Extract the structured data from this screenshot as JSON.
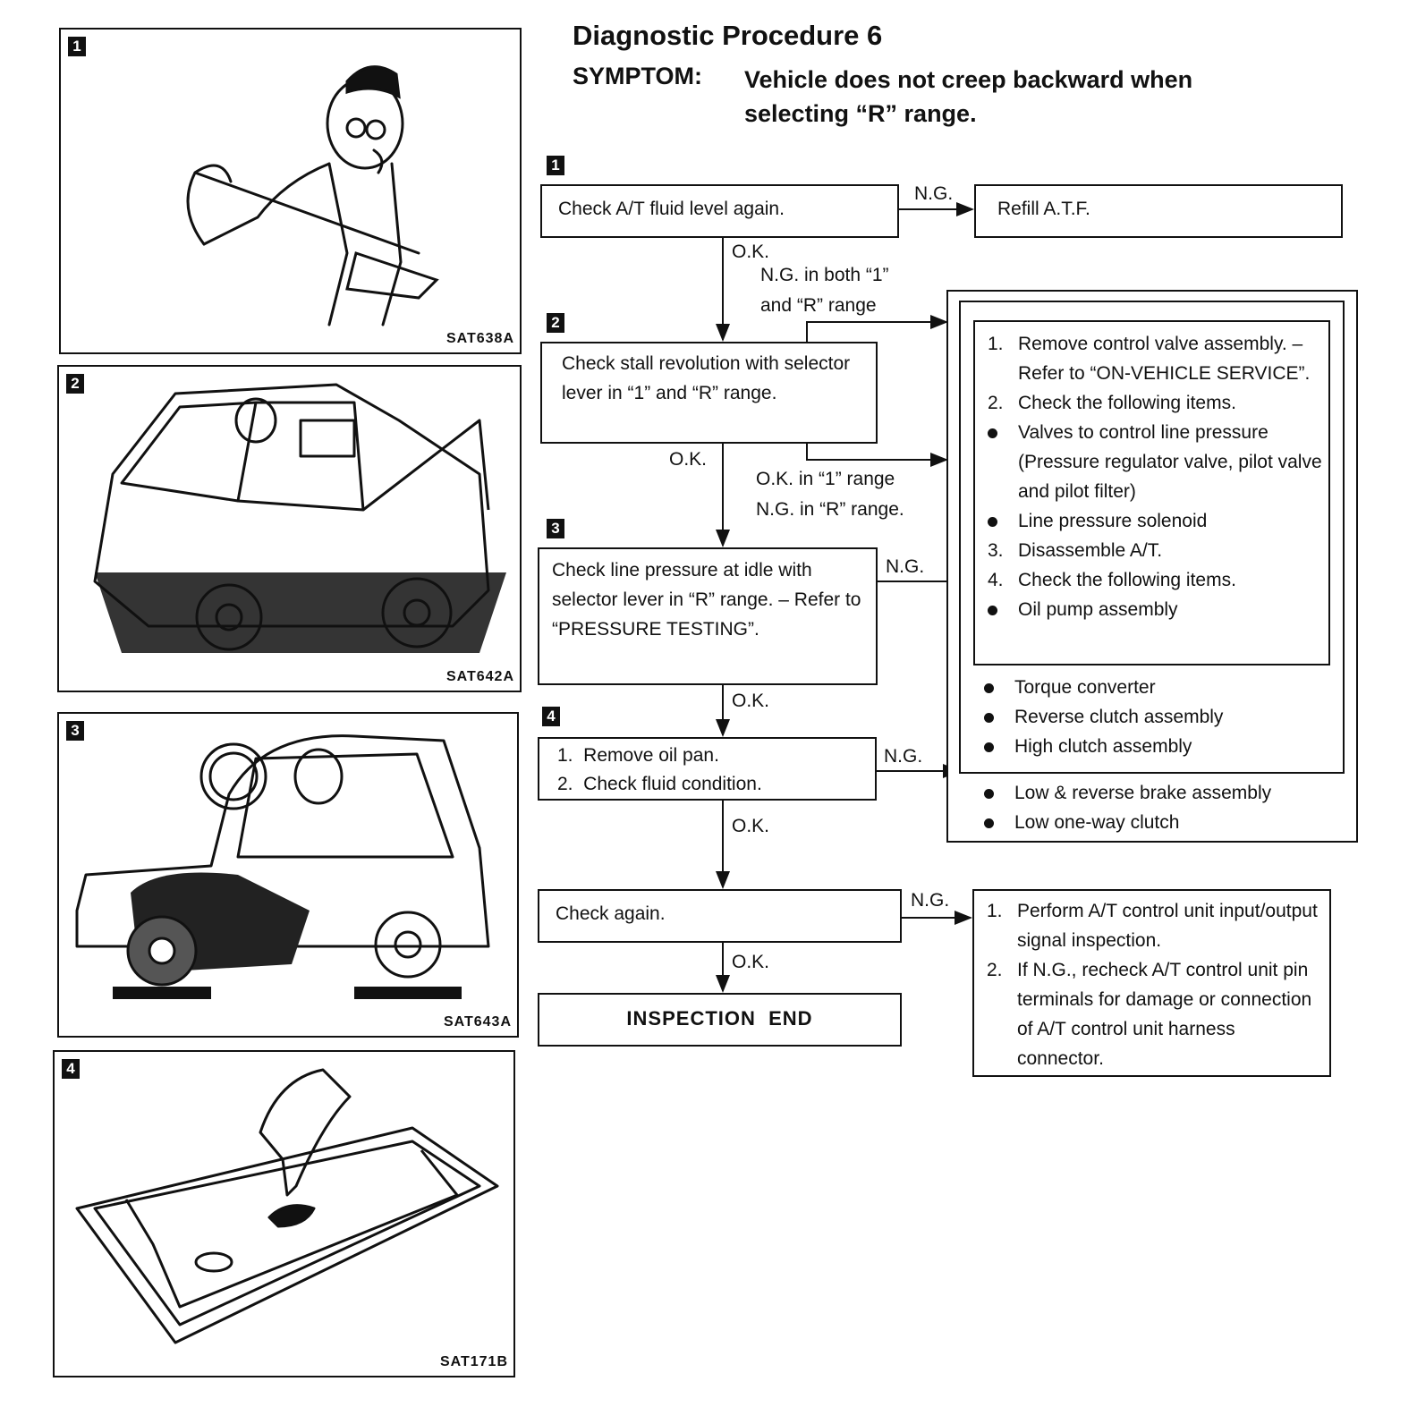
{
  "title": "Diagnostic Procedure 6",
  "symptom": {
    "label": "SYMPTOM:",
    "text": "Vehicle does not creep backward when selecting “R” range."
  },
  "figures": [
    {
      "badge": "1",
      "code": "SAT638A",
      "icon": "mechanic-dipstick-illustration"
    },
    {
      "badge": "2",
      "code": "SAT642A",
      "icon": "stall-test-car-illustration"
    },
    {
      "badge": "3",
      "code": "SAT643A",
      "icon": "pressure-gauge-car-illustration"
    },
    {
      "badge": "4",
      "code": "SAT171B",
      "icon": "oil-pan-illustration"
    }
  ],
  "steps": {
    "s1": {
      "badge": "1",
      "text": "Check A/T fluid level again."
    },
    "s2": {
      "badge": "2",
      "text": "Check stall revolution with selector lever in “1” and “R” range."
    },
    "s3": {
      "badge": "3",
      "text": "Check line pressure at idle with selector lever in “R” range. – Refer to “PRESSURE TESTING”."
    },
    "s4": {
      "badge": "4",
      "items": [
        "1.  Remove oil pan.",
        "2.  Check fluid condition."
      ]
    },
    "s5": {
      "text": "Check again."
    },
    "end": {
      "text": "INSPECTION  END"
    }
  },
  "refill": {
    "text": "Refill A.T.F."
  },
  "labels": {
    "ng1": "N.G.",
    "ok1": "O.K.",
    "ng_both_1": "N.G. in both “1”",
    "ng_both_2": "and “R” range",
    "ok2": "O.K.",
    "okng_1": "O.K. in “1” range",
    "okng_2": "N.G. in “R” range.",
    "ng3": "N.G.",
    "ok3": "O.K.",
    "ng4": "N.G.",
    "ok4": "O.K.",
    "ng5": "N.G.",
    "ok5": "O.K."
  },
  "remedy": {
    "inner": [
      {
        "mark": "1.",
        "text": "Remove control valve assembly. – Refer to “ON-VEHICLE SERVICE”."
      },
      {
        "mark": "2.",
        "text": "Check the following items."
      },
      {
        "mark": "bullet",
        "text": "Valves to control line pressure (Pressure regulator valve, pilot valve and pilot filter)"
      },
      {
        "mark": "bullet",
        "text": "Line pressure solenoid"
      },
      {
        "mark": "3.",
        "text": "Disassemble A/T."
      },
      {
        "mark": "4.",
        "text": "Check the following items."
      },
      {
        "mark": "bullet",
        "text": "Oil pump assembly"
      }
    ],
    "middle": [
      {
        "mark": "bullet",
        "text": "Torque converter"
      },
      {
        "mark": "bullet",
        "text": "Reverse clutch assembly"
      },
      {
        "mark": "bullet",
        "text": "High clutch assembly"
      }
    ],
    "outer": [
      {
        "mark": "bullet",
        "text": "Low & reverse brake assembly"
      },
      {
        "mark": "bullet",
        "text": "Low one-way clutch"
      }
    ]
  },
  "final_remedy": [
    {
      "mark": "1.",
      "text": "Perform A/T control unit input/output signal inspection."
    },
    {
      "mark": "2.",
      "text": "If N.G., recheck A/T control unit pin terminals for damage or connection of A/T control unit harness connector."
    }
  ]
}
